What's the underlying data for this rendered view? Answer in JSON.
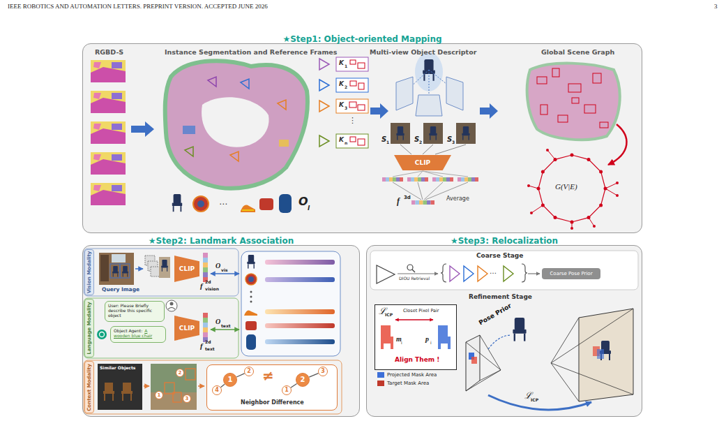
{
  "diagram": {
    "nodes": [
      {
        "text": [
          "★Step1: Object-oriented Mapping"
        ]
      },
      {
        "text": [
          "CLIP"
        ],
        "in": 0
      },
      {
        "text": [
          "★Step2: Landmark Association"
        ]
      },
      {
        "text": [
          "Vision Modality"
        ],
        "in": 2
      },
      {
        "text": [
          "Language Modality"
        ],
        "in": 2
      },
      {
        "text": [
          "Context Modality"
        ],
        "in": 2
      },
      {
        "text": [
          "CLIP"
        ],
        "in": 2
      },
      {
        "text": [
          "User: Please Briefly describe this specific object"
        ],
        "in": 2
      },
      {
        "text": [
          "Object Agent:",
          "A wooden blue chair"
        ],
        "in": 2
      },
      {
        "text": [
          "CLIP"
        ],
        "in": 2
      },
      {
        "text": [
          "1"
        ],
        "in": 2
      },
      {
        "text": [
          "2"
        ],
        "in": 2
      },
      {
        "text": [
          "3"
        ],
        "in": 2
      },
      {
        "text": [
          "Neighbor Difference"
        ],
        "in": 2
      },
      {
        "text": [
          "4"
        ],
        "in": 13
      },
      {
        "text": [
          "1"
        ],
        "in": 13
      },
      {
        "text": [
          "2"
        ],
        "in": 13
      },
      {
        "text": [
          "1"
        ],
        "in": 13
      },
      {
        "text": [
          "2"
        ],
        "in": 13
      },
      {
        "text": [
          "3"
        ],
        "in": 13
      },
      {
        "text": [
          "★Step3: Relocalization"
        ]
      },
      {
        "text": [
          "Coarse Pose Prior"
        ],
        "in": 20
      },
      {
        "text": [
          "ℒ",
          "ICP",
          "Closet Pixel Pair",
          "m",
          "i",
          "p",
          "i",
          "Align Them !"
        ],
        "in": 20
      }
    ],
    "edges": [
      {
        "from": 15,
        "to": 14,
        "arrow": "none"
      },
      {
        "from": 15,
        "to": 16,
        "arrow": "none"
      },
      {
        "from": 17,
        "to": 18,
        "arrow": "none"
      },
      {
        "from": 18,
        "to": 19,
        "arrow": "none"
      }
    ],
    "labels": [
      "IEEE ROBOTICS AND AUTOMATION LETTERS. PREPRINT VERSION. ACCEPTED JUNE 2026",
      "3",
      "RGBD-S",
      "Instance Segmentation and Reference Frames",
      "Multi-view Object Descriptor",
      "Global Scene Graph",
      "K",
      "1",
      "K",
      "2",
      "K",
      "3",
      "⋮",
      "K",
      "n",
      "O",
      "l",
      "S",
      "1",
      "S",
      "2",
      "S",
      "3",
      "Average",
      "f",
      "3d",
      "G(V|E)",
      "Query Image",
      "O",
      "vis",
      "f",
      "2d",
      "vision",
      "O",
      "text",
      "f",
      "2d",
      "text",
      "Similar Objects",
      "≠",
      "Coarse Stage",
      "DIOU Retrieval",
      "Refinement Stage",
      "Pose Prior",
      "ℒ",
      "ICP",
      "…",
      "⋯"
    ],
    "legend": [
      {
        "text": "Projected Mask Area",
        "color": "#3d6fd8"
      },
      {
        "text": "Target Mask Area",
        "color": "#c0392b"
      }
    ]
  }
}
